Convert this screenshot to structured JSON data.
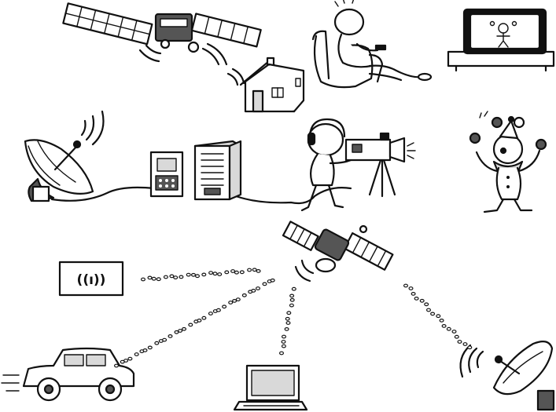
{
  "scene": {
    "background": "#ffffff",
    "ink_color": "#111111",
    "wifi_sign_glyph": "((ı))"
  },
  "items": [
    {
      "id": "satellite-top",
      "icon": "satellite-icon"
    },
    {
      "id": "house",
      "icon": "house-icon"
    },
    {
      "id": "viewer-in-armchair",
      "icon": "person-armchair-icon"
    },
    {
      "id": "television",
      "icon": "tv-icon"
    },
    {
      "id": "dish-left",
      "icon": "satellite-dish-icon"
    },
    {
      "id": "receiver-box",
      "icon": "receiver-icon"
    },
    {
      "id": "server-rack",
      "icon": "server-icon"
    },
    {
      "id": "cameraman",
      "icon": "video-camera-icon"
    },
    {
      "id": "juggling-clown",
      "icon": "clown-icon"
    },
    {
      "id": "satellite-center",
      "icon": "satellite-icon"
    },
    {
      "id": "wifi-sign",
      "icon": "wifi-sign-icon"
    },
    {
      "id": "car",
      "icon": "car-icon"
    },
    {
      "id": "laptop",
      "icon": "laptop-icon"
    },
    {
      "id": "dish-bottom-right",
      "icon": "satellite-dish-icon"
    }
  ]
}
